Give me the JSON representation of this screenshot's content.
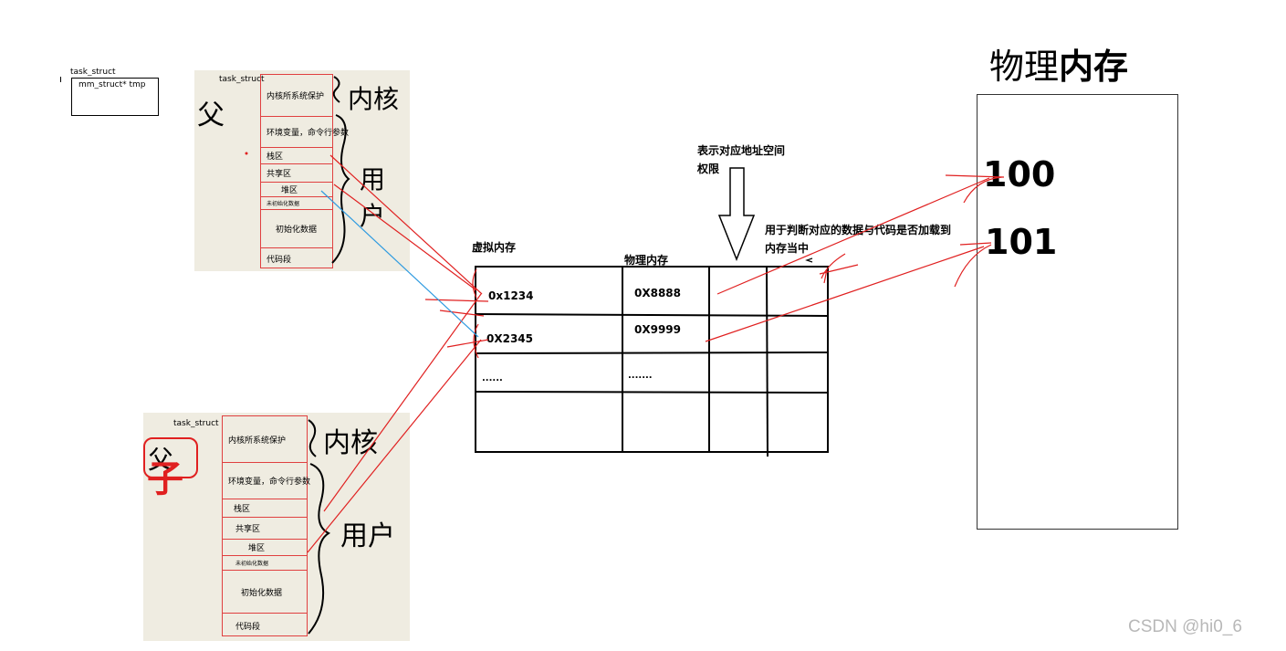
{
  "task_struct_box": {
    "label": "task_struct",
    "field": "mm_struct* tmp"
  },
  "parent": {
    "task_struct_label": "task_struct",
    "hand_label": "父",
    "kernel_label": "内核",
    "user_label": "用户",
    "segments": [
      "内核所系统保护",
      "环境变量，命令行参数",
      "栈区",
      "共享区",
      "堆区",
      "未初始化数据",
      "初始化数据",
      "代码段"
    ]
  },
  "child": {
    "task_struct_label": "task_struct",
    "hand_label": "父",
    "overlay_label": "子",
    "kernel_label": "内核",
    "user_label": "用户",
    "segments": [
      "内核所系统保护",
      "环境变量，命令行参数",
      "栈区",
      "共享区",
      "堆区",
      "未初始化数据",
      "初始化数据",
      "代码段"
    ]
  },
  "table": {
    "virtual_header": "虚拟内存",
    "physical_header": "物理内存",
    "perm_note_line1": "表示对应地址空间",
    "perm_note_line2": "权限",
    "loaded_note_line1": "用于判断对应的数据与代码是否加载到",
    "loaded_note_line2": "内存当中",
    "rows": [
      {
        "virtual": "0x1234",
        "physical": "0X8888"
      },
      {
        "virtual": "0X2345",
        "physical": "0X9999"
      },
      {
        "virtual": "......",
        "physical": "......."
      }
    ]
  },
  "physical_memory": {
    "title_normal": "物理",
    "title_bold": "内存",
    "addr1": "100",
    "addr2": "101"
  },
  "watermark": "CSDN @hi0_6",
  "colors": {
    "panel": "#efece1",
    "red": "#e02020",
    "blue": "#2f9be0"
  }
}
